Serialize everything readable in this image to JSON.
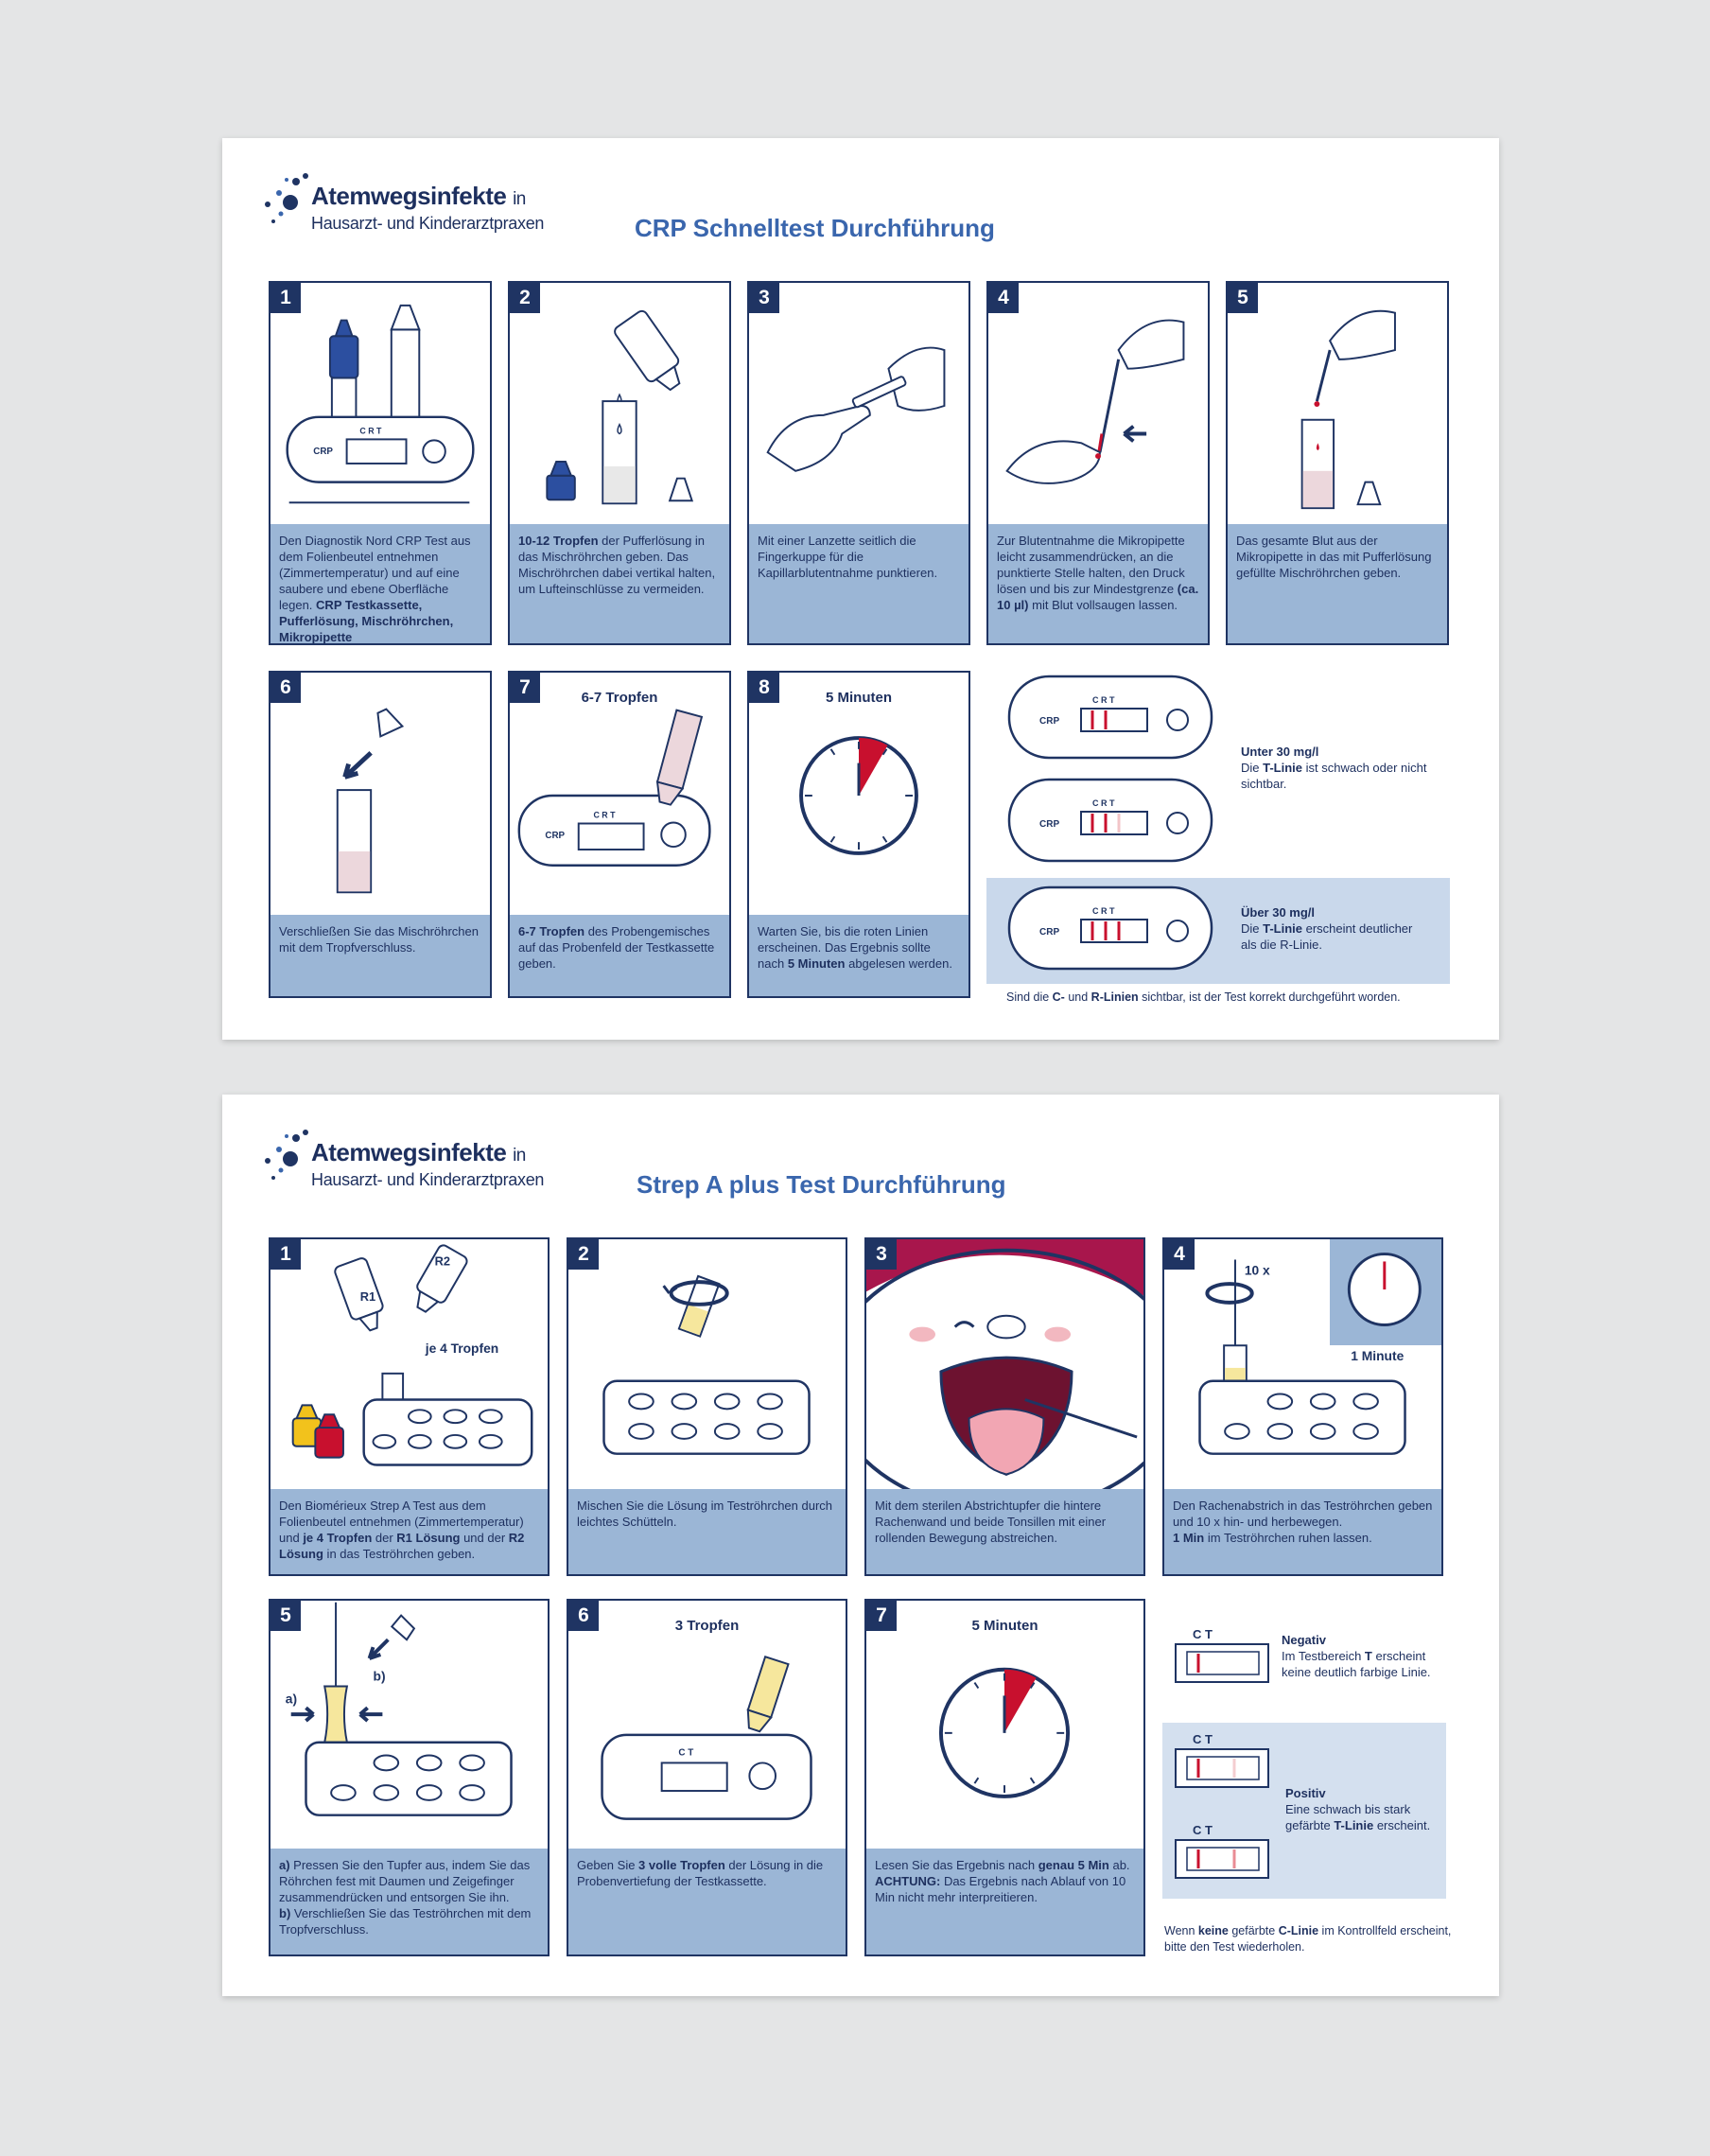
{
  "logo": {
    "title": "Atemwegsinfekte",
    "title_suffix": "in",
    "subtitle": "Hausarzt- und Kinderarztpraxen"
  },
  "crp": {
    "title": "CRP Schnelltest Durchführung",
    "cassette_label": "CRP",
    "cassette_markers": "C  R  T",
    "steps": [
      {
        "num": "1",
        "caption": "Den Diagnostik Nord CRP Test aus dem Folienbeutel entnehmen (Zimmertemperatur) und auf eine saubere und ebene Oberfläche legen. CRP Testkassette, Pufferlösung, Mischröhrchen, Mikropipette"
      },
      {
        "num": "2",
        "caption": "10-12 Tropfen der Pufferlösung in das Mischröhrchen geben. Das Mischröhrchen dabei vertikal halten, um Lufteinschlüsse zu vermeiden."
      },
      {
        "num": "3",
        "caption": "Mit einer Lanzette seitlich die Fingerkuppe für die Kapillarblutentnahme punktieren."
      },
      {
        "num": "4",
        "caption": "Zur Blutentnahme die Mikropipette leicht zusammendrücken, an die punktierte Stelle halten, den Druck lösen und bis zur Mindestgrenze (ca. 10 µl) mit Blut vollsaugen lassen."
      },
      {
        "num": "5",
        "caption": "Das gesamte Blut aus der Mikropipette in das mit Pufferlösung gefüllte Mischröhrchen geben."
      },
      {
        "num": "6",
        "caption": "Verschließen Sie das Mischröhrchen mit dem Tropfverschluss."
      },
      {
        "num": "7",
        "head": "6-7 Tropfen",
        "caption": "6-7 Tropfen des Probengemisches auf das Probenfeld der Testkassette geben."
      },
      {
        "num": "8",
        "head": "5 Minuten",
        "caption": "Warten Sie, bis die roten Linien erscheinen. Das Ergebnis sollte nach 5 Minuten abgelesen werden."
      }
    ],
    "results": {
      "under_title": "Unter 30 mg/l",
      "under_text": "Die T-Linie ist schwach oder nicht sichtbar.",
      "over_title": "Über 30 mg/l",
      "over_text": "Die T-Linie erscheint deutlicher als die R-Linie.",
      "note": "Sind die C- und R-Linien sichtbar, ist der Test korrekt durchgeführt worden."
    }
  },
  "strep": {
    "title": "Strep A plus Test Durchführung",
    "cassette_markers": "C     T",
    "steps": [
      {
        "num": "1",
        "label_r1": "R1",
        "label_r2": "R2",
        "label_drops": "je 4 Tropfen",
        "caption": "Den Biomérieux Strep A Test aus dem Folienbeutel entnehmen (Zimmertemperatur) und je 4 Tropfen der R1 Lösung und der R2 Lösung in das Teströhrchen geben."
      },
      {
        "num": "2",
        "caption": "Mischen Sie die Lösung im Teströhrchen durch leichtes Schütteln."
      },
      {
        "num": "3",
        "caption": "Mit dem sterilen Abstrichtupfer die hintere Rachenwand und beide Tonsillen mit einer rollenden Bewegung abstreichen."
      },
      {
        "num": "4",
        "label_times": "10 x",
        "label_minute": "1 Minute",
        "caption": "Den Rachenabstrich in das Teströhrchen geben und 10 x hin- und herbewegen. 1 Min im Teströhrchen ruhen lassen."
      },
      {
        "num": "5",
        "label_a": "a)",
        "label_b": "b)",
        "caption": "a) Pressen Sie den Tupfer aus, indem Sie das Röhrchen fest mit Daumen und Zeigefinger zusammendrücken und entsorgen Sie ihn. b) Verschließen Sie das Teströhrchen mit dem Tropfverschluss."
      },
      {
        "num": "6",
        "head": "3 Tropfen",
        "caption": "Geben Sie 3 volle Tropfen der Lösung in die Probenvertiefung der Testkassette."
      },
      {
        "num": "7",
        "head": "5 Minuten",
        "caption": "Lesen Sie das Ergebnis nach genau 5 Min ab. ACHTUNG: Das Ergebnis nach Ablauf von 10 Min nicht mehr interpreitieren."
      }
    ],
    "results": {
      "neg_title": "Negativ",
      "neg_text": "Im Testbereich T erscheint keine deutlich farbige Linie.",
      "pos_title": "Positiv",
      "pos_text": "Eine schwach bis stark gefärbte T-Linie erscheint.",
      "note": "Wenn keine gefärbte C-Linie im Kontrollfeld erscheint, bitte den Test wiederholen."
    }
  },
  "colors": {
    "navy": "#1f3463",
    "caption_bg": "#9bb6d6",
    "title_blue": "#3a66ad",
    "red": "#c8102e"
  }
}
